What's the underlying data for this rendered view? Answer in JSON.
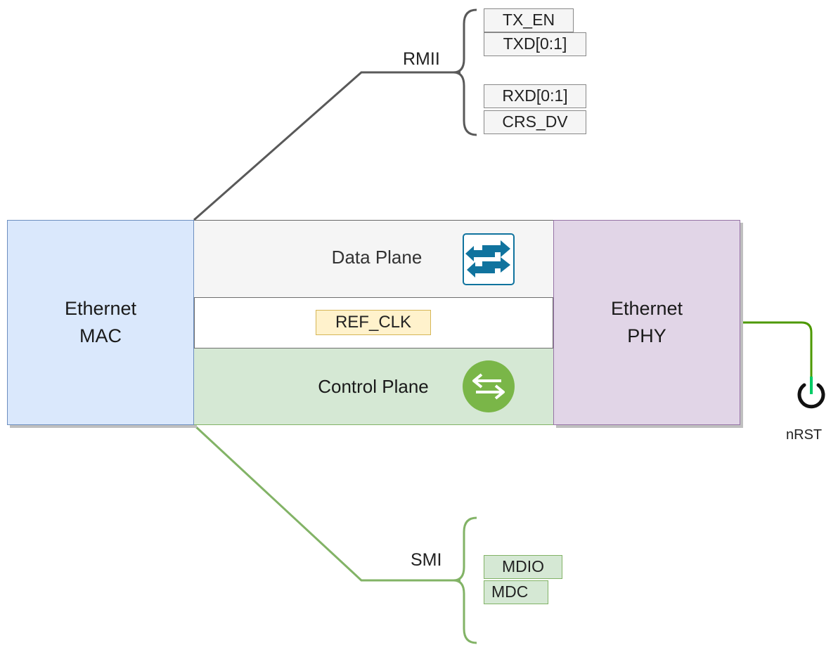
{
  "blocks": {
    "mac": "Ethernet\nMAC",
    "phy": "Ethernet\nPHY",
    "data_plane": "Data Plane",
    "control_plane": "Control Plane"
  },
  "clock": {
    "label": "REF_CLK"
  },
  "rmii": {
    "label": "RMII",
    "signals": [
      "TX_EN",
      "TXD[0:1]",
      "RXD[0:1]",
      "CRS_DV"
    ]
  },
  "smi": {
    "label": "SMI",
    "signals": [
      "MDIO",
      "MDC"
    ]
  },
  "reset": {
    "label": "nRST"
  },
  "colors": {
    "mac_fill": "#dae8fc",
    "phy_fill": "#e1d5e7",
    "control_fill": "#d5e8d4",
    "clock_fill": "#fff2cc",
    "smi_line": "#82b366",
    "rmii_line": "#595959",
    "clock_line": "#d6b656",
    "reset_line": "#4d9900",
    "data_icon": "#10739e",
    "control_icon": "#7ab648"
  },
  "icons": {
    "data_plane": "switch-arrows-icon",
    "control_plane": "swap-arrows-icon",
    "reset": "power-icon"
  }
}
